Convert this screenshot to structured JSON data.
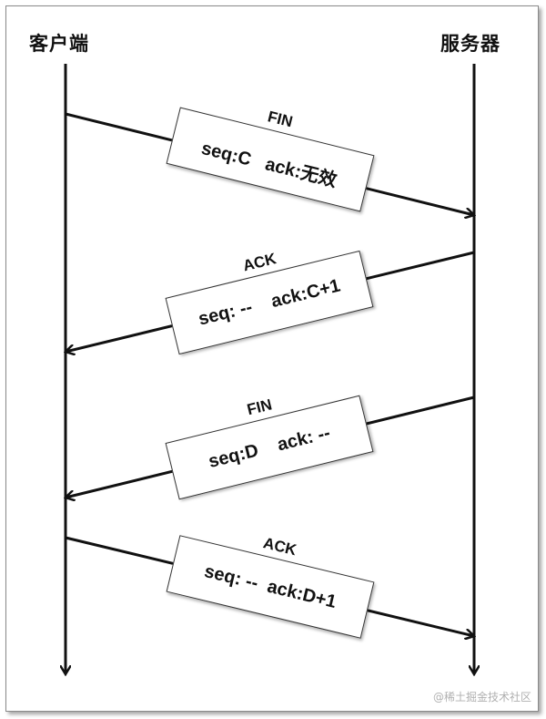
{
  "actors": {
    "client": "客户端",
    "server": "服务器"
  },
  "messages": [
    {
      "type": "FIN",
      "detail": "seq:C   ack:无效",
      "direction": "client-to-server"
    },
    {
      "type": "ACK",
      "detail": "seq: --    ack:C+1",
      "direction": "server-to-client"
    },
    {
      "type": "FIN",
      "detail": "seq:D    ack: --",
      "direction": "server-to-client"
    },
    {
      "type": "ACK",
      "detail": "seq: --  ack:D+1",
      "direction": "client-to-server"
    }
  ],
  "watermark": "@稀土掘金技术社区",
  "colors": {
    "line": "#111111",
    "box_border": "#333333",
    "frame_border": "#8a8a8a"
  }
}
